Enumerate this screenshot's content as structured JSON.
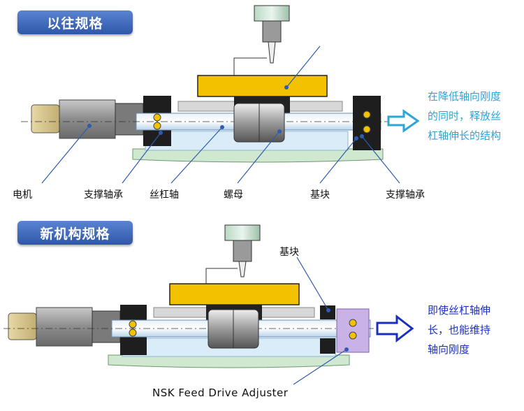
{
  "old": {
    "title": "以往规格",
    "labels": {
      "motor": "电机",
      "bearing_left": "支撑轴承",
      "screw": "丝杠轴",
      "nut": "螺母",
      "base": "基块",
      "bearing_right": "支撑轴承"
    },
    "note_lines": [
      "在降低轴向刚度",
      "的同时，释放丝",
      "杠轴伸长的结构"
    ]
  },
  "new": {
    "title": "新机构规格",
    "labels": {
      "base": "基块",
      "adjuster": "NSK Feed Drive Adjuster"
    },
    "note_lines": [
      "即使丝杠轴伸",
      "长，也能维持",
      "轴向刚度"
    ]
  },
  "colors": {
    "title_bg": "#3a64b8",
    "note_old": "#2aa6d8",
    "note_new": "#1a2fc0",
    "table": "#f2c200",
    "base_green": "#cfe8cf",
    "adjuster_purple": "#c9b3e6",
    "arrow_old": "#2aa6d8",
    "arrow_new": "#1a2fc0"
  },
  "icons": [
    "arrow-right-icon"
  ]
}
